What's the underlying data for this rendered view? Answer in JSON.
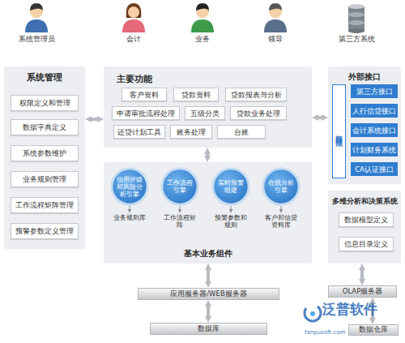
{
  "diagram": {
    "nodes": [
      {
        "text": [
          "系统管理"
        ]
      },
      {
        "text": [
          "权限定义和管理"
        ],
        "in": 0
      },
      {
        "text": [
          "数据字典定义"
        ],
        "in": 0
      },
      {
        "text": [
          "系统参数维护"
        ],
        "in": 0
      },
      {
        "text": [
          "业务规则管理"
        ],
        "in": 0
      },
      {
        "text": [
          "工作流程矩阵管理"
        ],
        "in": 0
      },
      {
        "text": [
          "预警参数定义管理"
        ],
        "in": 0
      },
      {
        "text": [
          "主要功能"
        ]
      },
      {
        "text": [
          "客户资料"
        ],
        "in": 7
      },
      {
        "text": [
          "贷款资料"
        ],
        "in": 7
      },
      {
        "text": [
          "贷款报表与分析"
        ],
        "in": 7
      },
      {
        "text": [
          "申请审批流程处理"
        ],
        "in": 7
      },
      {
        "text": [
          "五级分类"
        ],
        "in": 7
      },
      {
        "text": [
          "贷款业务处理"
        ],
        "in": 7
      },
      {
        "text": [
          "还贷计划工具"
        ],
        "in": 7
      },
      {
        "text": [
          "账务处理"
        ],
        "in": 7
      },
      {
        "text": [
          "台账"
        ],
        "in": 7
      },
      {
        "text": [
          "外部接口"
        ]
      },
      {
        "text": [
          "外部接口连接池"
        ],
        "in": 17
      },
      {
        "text": [
          "第三方接口"
        ],
        "in": 17
      },
      {
        "text": [
          "人行信贷接口"
        ],
        "in": 17
      },
      {
        "text": [
          "会计系统接口"
        ],
        "in": 17
      },
      {
        "text": [
          "计划财务系统"
        ],
        "in": 17
      },
      {
        "text": [
          "CA认证接口"
        ],
        "in": 17
      },
      {
        "text": [
          "基本业务组件"
        ]
      },
      {
        "text": [
          "信用评级和风险分析引擎"
        ],
        "in": 24
      },
      {
        "text": [
          "工作流程引擎"
        ],
        "in": 24
      },
      {
        "text": [
          "实时预警组建"
        ],
        "in": 24
      },
      {
        "text": [
          "在线分析引擎"
        ],
        "in": 24
      },
      {
        "text": [
          "多维分析和决策系统"
        ]
      },
      {
        "text": [
          "数据模型定义"
        ],
        "in": 29
      },
      {
        "text": [
          "信息目录定义"
        ],
        "in": 29
      },
      {
        "text": [
          "应用服务器/WEB服务器"
        ]
      },
      {
        "text": [
          "OLAP服务器"
        ]
      },
      {
        "text": [
          "数据库"
        ]
      },
      {
        "text": [
          "数据仓库"
        ]
      }
    ],
    "edges": [
      {
        "from": 0,
        "to": 7,
        "arrow": "both"
      },
      {
        "from": 7,
        "to": 17,
        "arrow": "both"
      },
      {
        "from": 7,
        "to": 24,
        "arrow": "both"
      },
      {
        "from": 24,
        "to": 32,
        "arrow": "both"
      },
      {
        "from": 32,
        "to": 34,
        "arrow": "both"
      },
      {
        "from": 29,
        "to": 33,
        "arrow": "both"
      },
      {
        "from": 33,
        "to": 35,
        "arrow": "both"
      }
    ],
    "labels": [
      "系统管理员",
      "会计",
      "业务",
      "领导",
      "第三方系统",
      "业务规则库",
      "工作流程矩阵",
      "预警参数和规则",
      "客户和信贷资料库",
      "泛普软件",
      "fanpusoft.com"
    ]
  }
}
